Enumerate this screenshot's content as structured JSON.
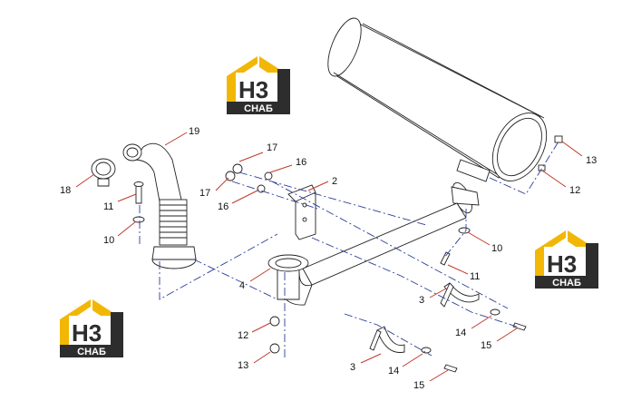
{
  "logo": {
    "mark_text": "H3",
    "caption": "СНАБ",
    "colors": {
      "gold": "#f2b705",
      "dark": "#2d2d2d",
      "white": "#ffffff"
    }
  },
  "callouts": [
    {
      "id": "c19",
      "label": "19"
    },
    {
      "id": "c18",
      "label": "18"
    },
    {
      "id": "c11a",
      "label": "11"
    },
    {
      "id": "c10a",
      "label": "10"
    },
    {
      "id": "c17a",
      "label": "17"
    },
    {
      "id": "c17b",
      "label": "17"
    },
    {
      "id": "c16a",
      "label": "16"
    },
    {
      "id": "c16b",
      "label": "16"
    },
    {
      "id": "c2",
      "label": "2"
    },
    {
      "id": "c4",
      "label": "4"
    },
    {
      "id": "c12a",
      "label": "12"
    },
    {
      "id": "c13a",
      "label": "13"
    },
    {
      "id": "c13b",
      "label": "13"
    },
    {
      "id": "c12b",
      "label": "12"
    },
    {
      "id": "c10b",
      "label": "10"
    },
    {
      "id": "c11b",
      "label": "11"
    },
    {
      "id": "c3a",
      "label": "3"
    },
    {
      "id": "c14a",
      "label": "14"
    },
    {
      "id": "c15a",
      "label": "15"
    },
    {
      "id": "c3b",
      "label": "3"
    },
    {
      "id": "c14b",
      "label": "14"
    },
    {
      "id": "c15b",
      "label": "15"
    }
  ],
  "colors": {
    "leader": "#c0392b",
    "centerline": "#2c3e99",
    "outline": "#222222"
  }
}
